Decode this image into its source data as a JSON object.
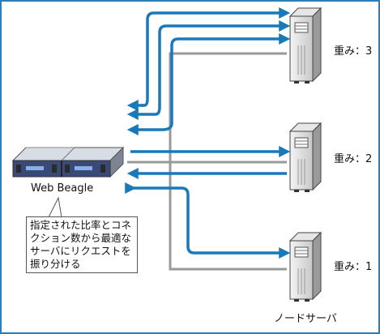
{
  "lb_label": "Web Beagle",
  "note": "指定された比率とコネクション数から最適なサーバにリクエストを振り分ける",
  "servers": [
    {
      "weight": "重み：3"
    },
    {
      "weight": "重み：2"
    },
    {
      "weight": "重み：1"
    }
  ],
  "node_label": "ノードサーバ",
  "colors": {
    "arrow": "#1a79b8",
    "line": "#9a9a9a",
    "border": "#2b7fb8"
  }
}
